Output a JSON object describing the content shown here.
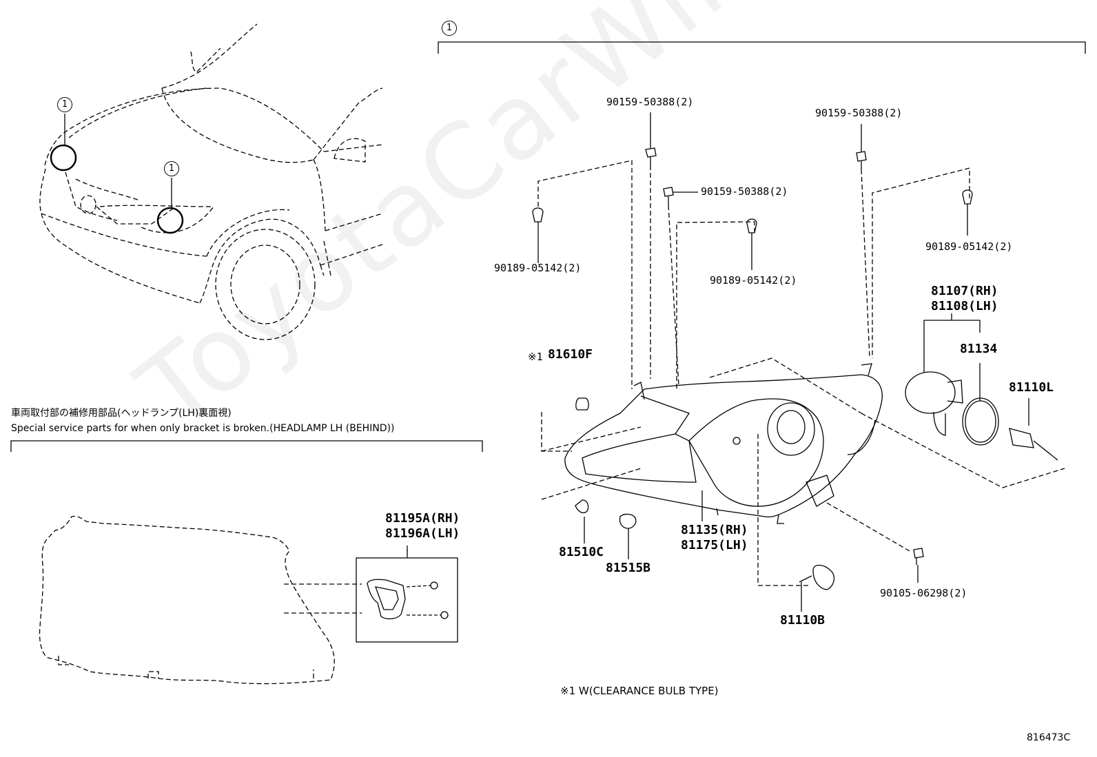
{
  "watermark": "ToyotaCarWine.ru",
  "callouts": {
    "main": "1",
    "car_left": "1",
    "car_right": "1"
  },
  "section_bracket": {
    "title_jp": "車両取付部の補修用部品(ヘッドランプ(LH)裏面視)",
    "title_en": "Special service parts for when only bracket is broken.(HEADLAMP LH (BEHIND))"
  },
  "parts": {
    "p90159_a": "90159-50388(2)",
    "p90159_b": "90159-50388(2)",
    "p90159_c": "90159-50388(2)",
    "p90189_a": "90189-05142(2)",
    "p90189_b": "90189-05142(2)",
    "p90189_c": "90189-05142(2)",
    "p81107": "81107(RH)",
    "p81108": "81108(LH)",
    "p81134": "81134",
    "p81110L": "81110L",
    "p81610F_prefix": "※1",
    "p81610F": "81610F",
    "p81510C": "81510C",
    "p81515B": "81515B",
    "p81135": "81135(RH)",
    "p81175": "81175(LH)",
    "p81110B": "81110B",
    "p90105": "90105-06298(2)",
    "p81195A": "81195A(RH)",
    "p81196A": "81196A(LH)"
  },
  "footnote": "※1 W(CLEARANCE BULB TYPE)",
  "diagram_id": "816473C"
}
